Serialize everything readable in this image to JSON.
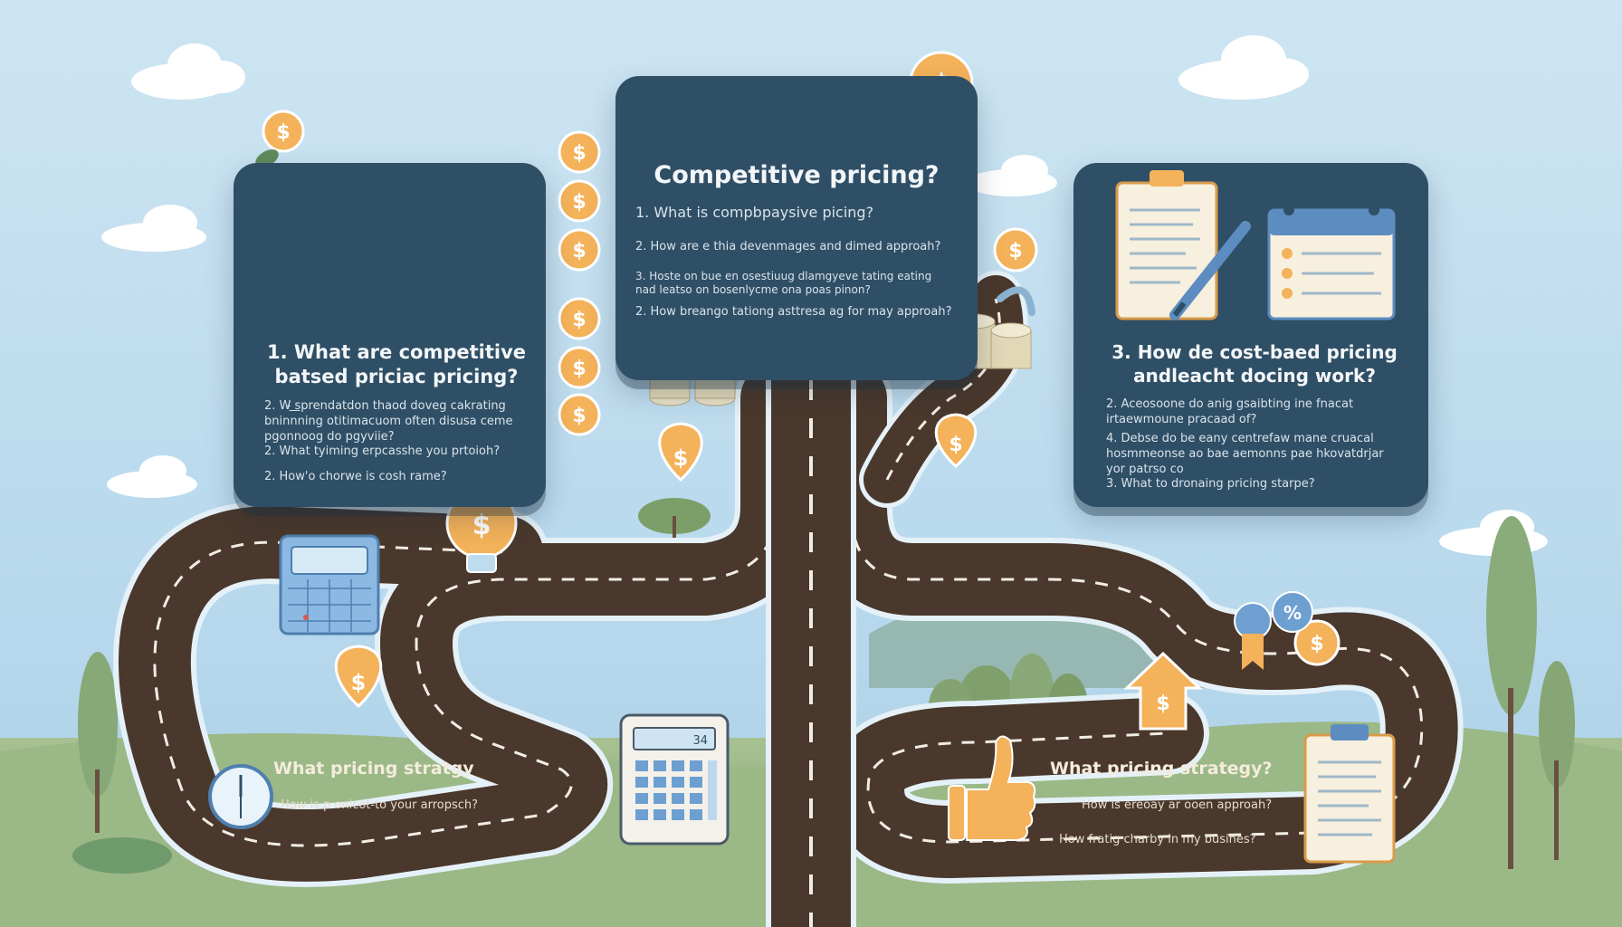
{
  "left_card": {
    "heading": "1. What are competitive batsed priciac pricing?",
    "items": [
      "2. W̵ ͟sprendatdon thaod doveg cakrating bninnning otitimacuom often disusa ceme pgonnoog do pgyviie?",
      "2. What tyiming erpcasshe you prtoioh?",
      "2. How'o chorwe is cosh rame?"
    ]
  },
  "center_card": {
    "heading": "Competitive pricing?",
    "items": [
      "1. What is compbpaysive picing?",
      "2. How are e thia devenmages and dimed approah?",
      "3. Hoste on bue en osestiuug dlamgyeve tating eating nad leatso on bosenlycme ona poas pinon?",
      "2. How breango tationg asttresa ag for may approah?"
    ]
  },
  "right_card": {
    "heading": "3. How de cost-baed pricing andleacht docing work?",
    "items": [
      "2. Aceosoone do anig gsaibting ine fnacat irtaewmoune pracaad of?",
      "4. Debse do be eany centrefaw mane cruacal hosmmeonse ao bae aemonns pae hkovatdrjar yor patrso co",
      "3. What to dronaing pricing starpe?"
    ]
  },
  "road_left": {
    "label": "What pricing stratgy",
    "sub": "How is p onicot-to your arropsch?"
  },
  "road_right": {
    "label": "What pricing strategy?",
    "sub1": "How is ereoay ar ooen approah?",
    "sub2": "How fratig charby in my busines?"
  },
  "calculator_display": "34",
  "coin_symbol": "$",
  "percent_symbol": "%",
  "icons": [
    "balance-scale-icon",
    "clipboard-icon",
    "pen-icon",
    "calendar-icon",
    "calculator-icon",
    "clock-icon",
    "thumbs-up-icon",
    "lightbulb-icon",
    "coin-stack-icon",
    "location-pin-icon",
    "house-icon",
    "discount-tag-icon",
    "coin-icon"
  ],
  "colors": {
    "sky_top": "#cfe6f2",
    "sky_bottom": "#b8d8ec",
    "panel": "#2f4f66",
    "road": "#4a382c",
    "road_edge": "#e5f1f8",
    "coin": "#f4b25a",
    "grass": "#8fae7c"
  }
}
